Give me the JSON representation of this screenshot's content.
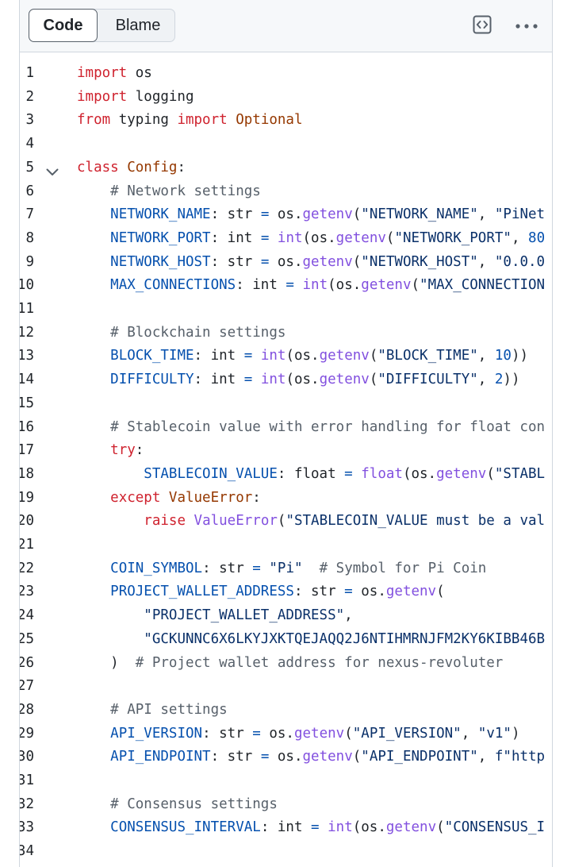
{
  "toolbar": {
    "tab_code": "Code",
    "tab_blame": "Blame",
    "raw_icon": "code-square-icon",
    "more_icon": "kebab-horizontal-icon"
  },
  "colors": {
    "keyword": "#cf222e",
    "keyword_alt": "#953800",
    "name": "#0550ae",
    "string": "#0a3069",
    "function": "#8250df",
    "comment": "#57606a",
    "text": "#1f2328"
  },
  "code_lines": [
    {
      "n": "1",
      "fold": false,
      "tokens": [
        [
          "kw",
          "import"
        ],
        [
          "txt",
          " os"
        ]
      ]
    },
    {
      "n": "2",
      "fold": false,
      "tokens": [
        [
          "kw",
          "import"
        ],
        [
          "txt",
          " logging"
        ]
      ]
    },
    {
      "n": "3",
      "fold": false,
      "tokens": [
        [
          "kw",
          "from"
        ],
        [
          "txt",
          " typing "
        ],
        [
          "kw",
          "import"
        ],
        [
          "cls",
          " Optional"
        ]
      ]
    },
    {
      "n": "4",
      "fold": false,
      "tokens": []
    },
    {
      "n": "5",
      "fold": true,
      "tokens": [
        [
          "kw",
          "class"
        ],
        [
          "cls",
          " Config"
        ],
        [
          "txt",
          ":"
        ]
      ]
    },
    {
      "n": "6",
      "fold": false,
      "tokens": [
        [
          "txt",
          "    "
        ],
        [
          "com",
          "# Network settings"
        ]
      ]
    },
    {
      "n": "7",
      "fold": false,
      "tokens": [
        [
          "txt",
          "    "
        ],
        [
          "name",
          "NETWORK_NAME"
        ],
        [
          "txt",
          ": str "
        ],
        [
          "op",
          "="
        ],
        [
          "txt",
          " os."
        ],
        [
          "fn",
          "getenv"
        ],
        [
          "txt",
          "("
        ],
        [
          "str",
          "\"NETWORK_NAME\""
        ],
        [
          "txt",
          ", "
        ],
        [
          "str",
          "\"PiNet"
        ]
      ]
    },
    {
      "n": "8",
      "fold": false,
      "tokens": [
        [
          "txt",
          "    "
        ],
        [
          "name",
          "NETWORK_PORT"
        ],
        [
          "txt",
          ": int "
        ],
        [
          "op",
          "="
        ],
        [
          "txt",
          " "
        ],
        [
          "bi",
          "int"
        ],
        [
          "txt",
          "(os."
        ],
        [
          "fn",
          "getenv"
        ],
        [
          "txt",
          "("
        ],
        [
          "str",
          "\"NETWORK_PORT\""
        ],
        [
          "txt",
          ", "
        ],
        [
          "num",
          "80"
        ]
      ]
    },
    {
      "n": "9",
      "fold": false,
      "tokens": [
        [
          "txt",
          "    "
        ],
        [
          "name",
          "NETWORK_HOST"
        ],
        [
          "txt",
          ": str "
        ],
        [
          "op",
          "="
        ],
        [
          "txt",
          " os."
        ],
        [
          "fn",
          "getenv"
        ],
        [
          "txt",
          "("
        ],
        [
          "str",
          "\"NETWORK_HOST\""
        ],
        [
          "txt",
          ", "
        ],
        [
          "str",
          "\"0.0.0"
        ]
      ]
    },
    {
      "n": "10",
      "fold": false,
      "tokens": [
        [
          "txt",
          "    "
        ],
        [
          "name",
          "MAX_CONNECTIONS"
        ],
        [
          "txt",
          ": int "
        ],
        [
          "op",
          "="
        ],
        [
          "txt",
          " "
        ],
        [
          "bi",
          "int"
        ],
        [
          "txt",
          "(os."
        ],
        [
          "fn",
          "getenv"
        ],
        [
          "txt",
          "("
        ],
        [
          "str",
          "\"MAX_CONNECTION"
        ]
      ]
    },
    {
      "n": "11",
      "fold": false,
      "tokens": []
    },
    {
      "n": "12",
      "fold": false,
      "tokens": [
        [
          "txt",
          "    "
        ],
        [
          "com",
          "# Blockchain settings"
        ]
      ]
    },
    {
      "n": "13",
      "fold": false,
      "tokens": [
        [
          "txt",
          "    "
        ],
        [
          "name",
          "BLOCK_TIME"
        ],
        [
          "txt",
          ": int "
        ],
        [
          "op",
          "="
        ],
        [
          "txt",
          " "
        ],
        [
          "bi",
          "int"
        ],
        [
          "txt",
          "(os."
        ],
        [
          "fn",
          "getenv"
        ],
        [
          "txt",
          "("
        ],
        [
          "str",
          "\"BLOCK_TIME\""
        ],
        [
          "txt",
          ", "
        ],
        [
          "num",
          "10"
        ],
        [
          "txt",
          "))"
        ]
      ]
    },
    {
      "n": "14",
      "fold": false,
      "tokens": [
        [
          "txt",
          "    "
        ],
        [
          "name",
          "DIFFICULTY"
        ],
        [
          "txt",
          ": int "
        ],
        [
          "op",
          "="
        ],
        [
          "txt",
          " "
        ],
        [
          "bi",
          "int"
        ],
        [
          "txt",
          "(os."
        ],
        [
          "fn",
          "getenv"
        ],
        [
          "txt",
          "("
        ],
        [
          "str",
          "\"DIFFICULTY\""
        ],
        [
          "txt",
          ", "
        ],
        [
          "num",
          "2"
        ],
        [
          "txt",
          "))"
        ]
      ]
    },
    {
      "n": "15",
      "fold": false,
      "tokens": []
    },
    {
      "n": "16",
      "fold": false,
      "tokens": [
        [
          "txt",
          "    "
        ],
        [
          "com",
          "# Stablecoin value with error handling for float con"
        ]
      ]
    },
    {
      "n": "17",
      "fold": false,
      "tokens": [
        [
          "txt",
          "    "
        ],
        [
          "kw",
          "try"
        ],
        [
          "txt",
          ":"
        ]
      ]
    },
    {
      "n": "18",
      "fold": false,
      "tokens": [
        [
          "txt",
          "        "
        ],
        [
          "name",
          "STABLECOIN_VALUE"
        ],
        [
          "txt",
          ": float "
        ],
        [
          "op",
          "="
        ],
        [
          "txt",
          " "
        ],
        [
          "bi",
          "float"
        ],
        [
          "txt",
          "(os."
        ],
        [
          "fn",
          "getenv"
        ],
        [
          "txt",
          "("
        ],
        [
          "str",
          "\"STABL"
        ]
      ]
    },
    {
      "n": "19",
      "fold": false,
      "tokens": [
        [
          "txt",
          "    "
        ],
        [
          "kw",
          "except"
        ],
        [
          "cls",
          " ValueError"
        ],
        [
          "txt",
          ":"
        ]
      ]
    },
    {
      "n": "20",
      "fold": false,
      "tokens": [
        [
          "txt",
          "        "
        ],
        [
          "kw",
          "raise"
        ],
        [
          "txt",
          " "
        ],
        [
          "bi",
          "ValueError"
        ],
        [
          "txt",
          "("
        ],
        [
          "str",
          "\"STABLECOIN_VALUE must be a val"
        ]
      ]
    },
    {
      "n": "21",
      "fold": false,
      "tokens": []
    },
    {
      "n": "22",
      "fold": false,
      "tokens": [
        [
          "txt",
          "    "
        ],
        [
          "name",
          "COIN_SYMBOL"
        ],
        [
          "txt",
          ": str "
        ],
        [
          "op",
          "="
        ],
        [
          "txt",
          " "
        ],
        [
          "str",
          "\"Pi\""
        ],
        [
          "txt",
          "  "
        ],
        [
          "com",
          "# Symbol for Pi Coin"
        ]
      ]
    },
    {
      "n": "23",
      "fold": false,
      "tokens": [
        [
          "txt",
          "    "
        ],
        [
          "name",
          "PROJECT_WALLET_ADDRESS"
        ],
        [
          "txt",
          ": str "
        ],
        [
          "op",
          "="
        ],
        [
          "txt",
          " os."
        ],
        [
          "fn",
          "getenv"
        ],
        [
          "txt",
          "("
        ]
      ]
    },
    {
      "n": "24",
      "fold": false,
      "tokens": [
        [
          "txt",
          "        "
        ],
        [
          "str",
          "\"PROJECT_WALLET_ADDRESS\""
        ],
        [
          "txt",
          ","
        ]
      ]
    },
    {
      "n": "25",
      "fold": false,
      "tokens": [
        [
          "txt",
          "        "
        ],
        [
          "str",
          "\"GCKUNNC6X6LKYJXKTQEJAQQ2J6NTIHMRNJFM2KY6KIBB46B"
        ]
      ]
    },
    {
      "n": "26",
      "fold": false,
      "tokens": [
        [
          "txt",
          "    )  "
        ],
        [
          "com",
          "# Project wallet address for nexus-revoluter"
        ]
      ]
    },
    {
      "n": "27",
      "fold": false,
      "tokens": []
    },
    {
      "n": "28",
      "fold": false,
      "tokens": [
        [
          "txt",
          "    "
        ],
        [
          "com",
          "# API settings"
        ]
      ]
    },
    {
      "n": "29",
      "fold": false,
      "tokens": [
        [
          "txt",
          "    "
        ],
        [
          "name",
          "API_VERSION"
        ],
        [
          "txt",
          ": str "
        ],
        [
          "op",
          "="
        ],
        [
          "txt",
          " os."
        ],
        [
          "fn",
          "getenv"
        ],
        [
          "txt",
          "("
        ],
        [
          "str",
          "\"API_VERSION\""
        ],
        [
          "txt",
          ", "
        ],
        [
          "str",
          "\"v1\""
        ],
        [
          "txt",
          ")"
        ]
      ]
    },
    {
      "n": "30",
      "fold": false,
      "tokens": [
        [
          "txt",
          "    "
        ],
        [
          "name",
          "API_ENDPOINT"
        ],
        [
          "txt",
          ": str "
        ],
        [
          "op",
          "="
        ],
        [
          "txt",
          " os."
        ],
        [
          "fn",
          "getenv"
        ],
        [
          "txt",
          "("
        ],
        [
          "str",
          "\"API_ENDPOINT\""
        ],
        [
          "txt",
          ", "
        ],
        [
          "str",
          "f\"http"
        ]
      ]
    },
    {
      "n": "31",
      "fold": false,
      "tokens": []
    },
    {
      "n": "32",
      "fold": false,
      "tokens": [
        [
          "txt",
          "    "
        ],
        [
          "com",
          "# Consensus settings"
        ]
      ]
    },
    {
      "n": "33",
      "fold": false,
      "tokens": [
        [
          "txt",
          "    "
        ],
        [
          "name",
          "CONSENSUS_INTERVAL"
        ],
        [
          "txt",
          ": int "
        ],
        [
          "op",
          "="
        ],
        [
          "txt",
          " "
        ],
        [
          "bi",
          "int"
        ],
        [
          "txt",
          "(os."
        ],
        [
          "fn",
          "getenv"
        ],
        [
          "txt",
          "("
        ],
        [
          "str",
          "\"CONSENSUS_I"
        ]
      ]
    },
    {
      "n": "34",
      "fold": false,
      "tokens": []
    }
  ]
}
